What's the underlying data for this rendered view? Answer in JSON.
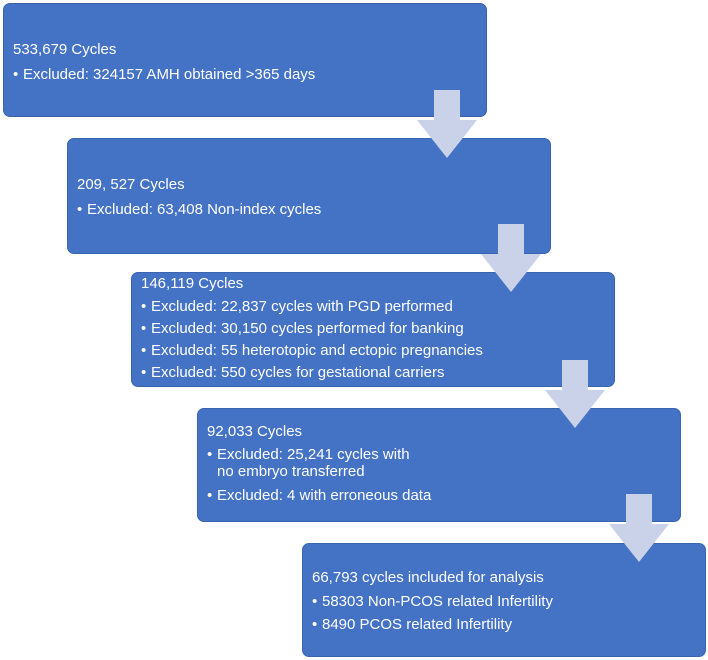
{
  "boxes": [
    {
      "title": "533,679 Cycles",
      "items": [
        "Excluded: 324157 AMH obtained >365 days"
      ]
    },
    {
      "title": "209, 527 Cycles",
      "items": [
        "Excluded: 63,408 Non-index cycles"
      ]
    },
    {
      "title": "146,119 Cycles",
      "items": [
        "Excluded: 22,837 cycles with PGD performed",
        "Excluded: 30,150 cycles performed for banking",
        "Excluded: 55 heterotopic and ectopic  pregnancies",
        "Excluded: 550 cycles for gestational carriers"
      ]
    },
    {
      "title": "92,033 Cycles",
      "items": [
        "Excluded: 25,241 cycles with no embryo transferred",
        "Excluded: 4 with erroneous data"
      ]
    },
    {
      "title": "66,793 cycles included for analysis",
      "items": [
        "58303 Non-PCOS related Infertility",
        "8490 PCOS related Infertility"
      ]
    }
  ],
  "colors": {
    "box_fill": "#4472c4",
    "arrow_fill": "#c9d2e8",
    "text": "#ffffff"
  }
}
